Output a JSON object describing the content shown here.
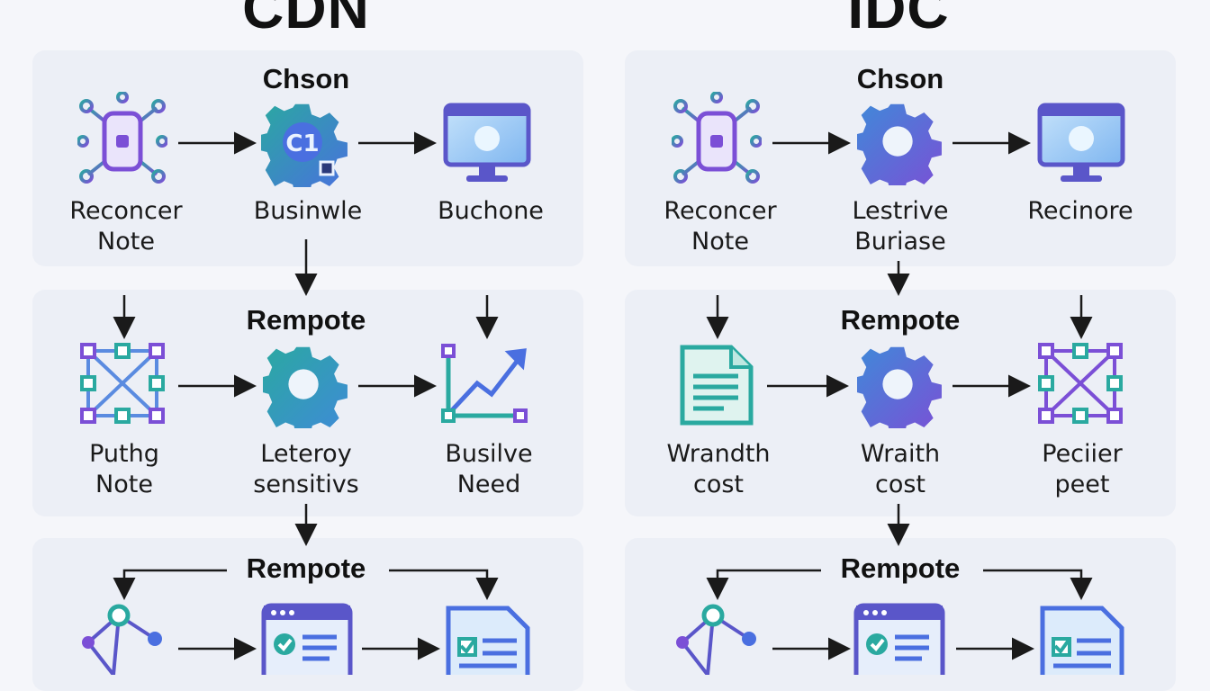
{
  "columns": [
    {
      "title": "CDN",
      "sections": [
        {
          "title": "Chson",
          "labels": [
            "Reconcer\nNote",
            "Businwle",
            "Buchone"
          ]
        },
        {
          "title": "Rempote",
          "labels": [
            "Puthg\nNote",
            "Leteroy\nsensitivs",
            "Busilve\nNeed"
          ]
        },
        {
          "title": "Rempote",
          "labels": []
        }
      ],
      "icon_badge": "C1"
    },
    {
      "title": "IDC",
      "sections": [
        {
          "title": "Chson",
          "labels": [
            "Reconcer\nNote",
            "Lestrive\nBuriase",
            "Recinore"
          ]
        },
        {
          "title": "Rempote",
          "labels": [
            "Wrandth\ncost",
            "Wraith\ncost",
            "Peciier\npeet"
          ]
        },
        {
          "title": "Rempote",
          "labels": []
        }
      ]
    }
  ],
  "colors": {
    "purple": "#7b4fd6",
    "teal": "#2aa9a0",
    "blue": "#4a6fe0",
    "panel": "#eceff6"
  }
}
